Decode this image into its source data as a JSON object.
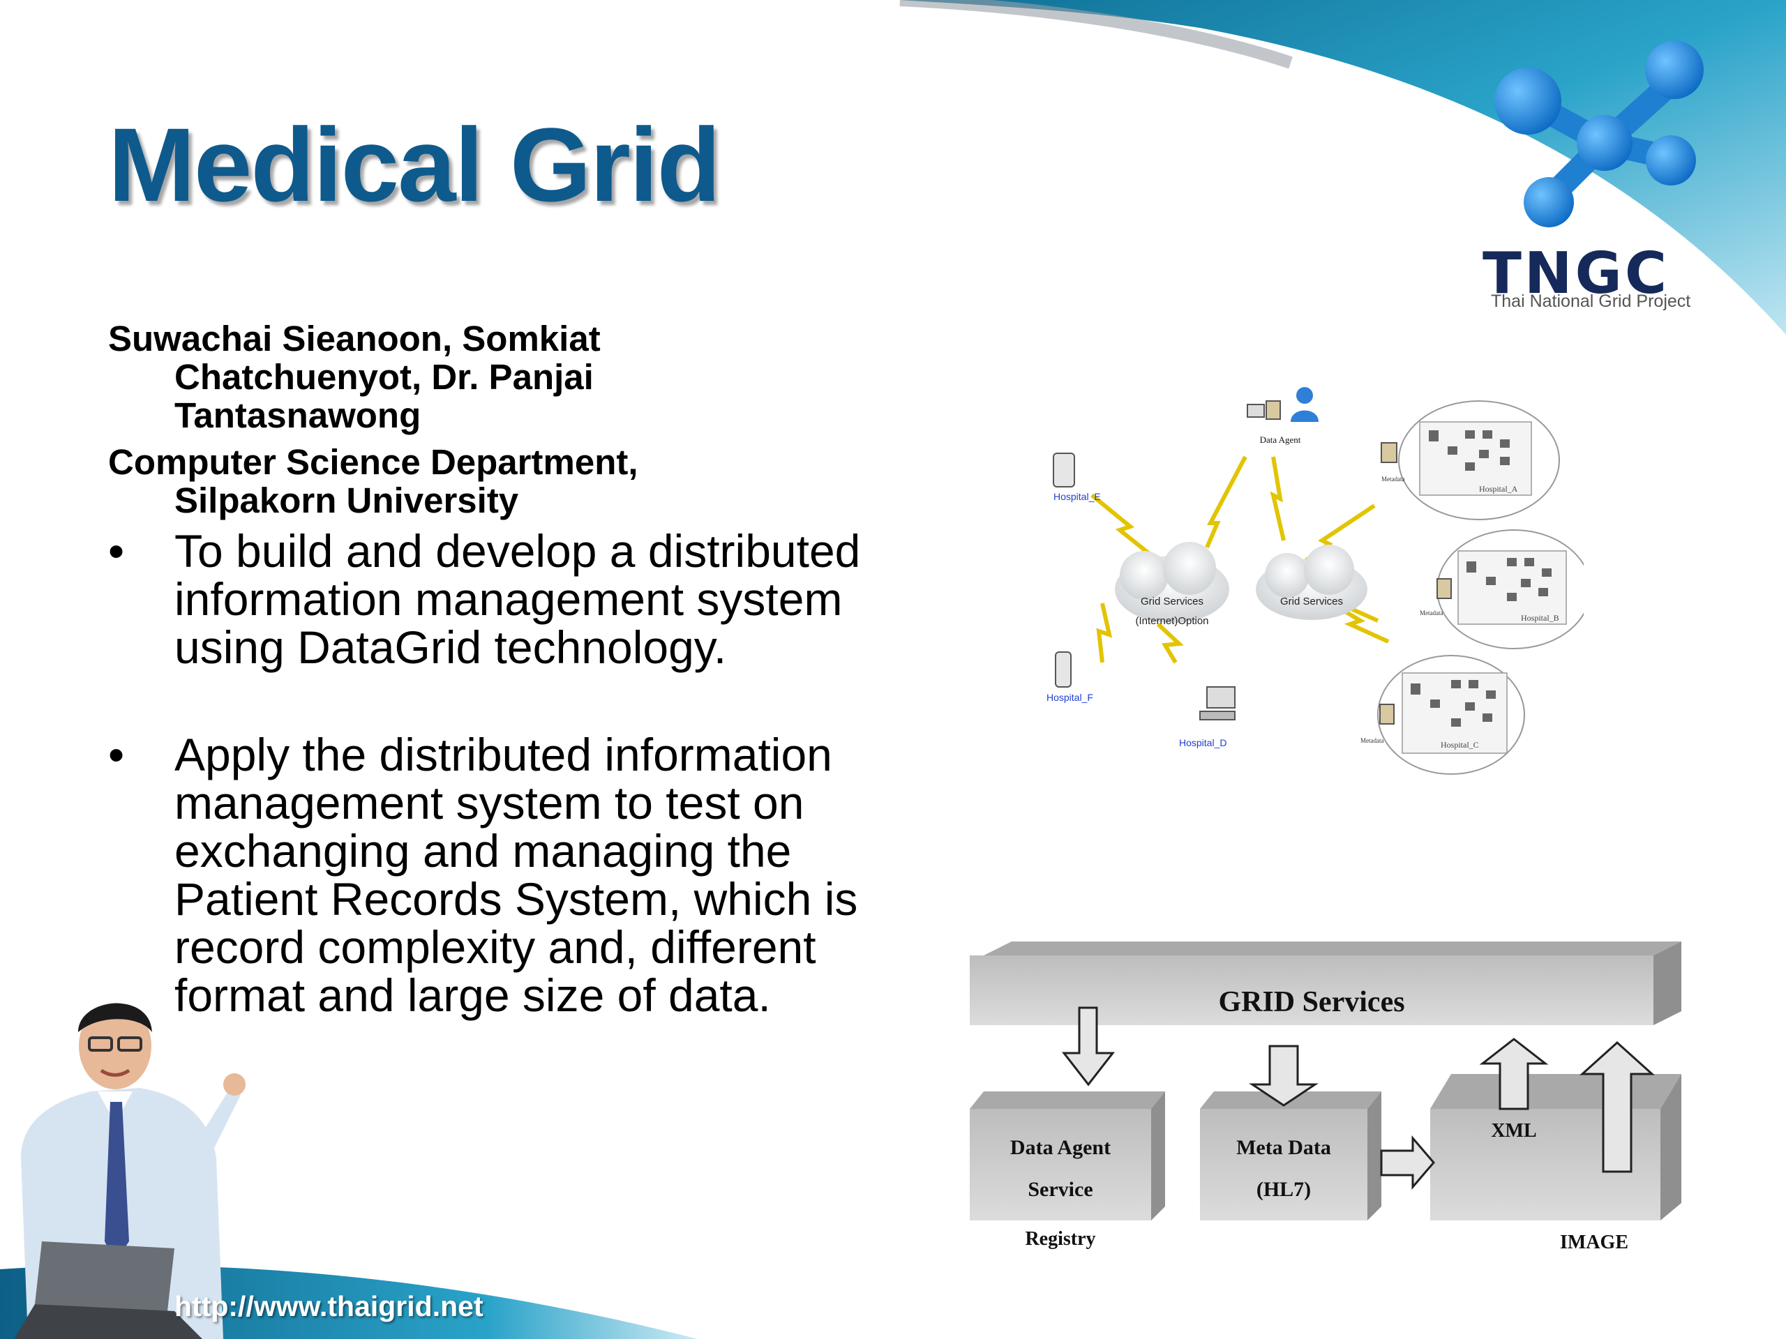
{
  "slide": {
    "title": "Medical Grid",
    "authors_line1": "Suwachai Sieanoon,  Somkiat",
    "authors_line2": "Chatchuenyot, Dr. Panjai",
    "authors_line3": "Tantasnawong",
    "dept_line1": "Computer Science Department,",
    "dept_line2": "Silpakorn University",
    "bullet_char": "•",
    "bullets": [
      "To build and develop a distributed information management system using DataGrid technology.",
      "Apply the distributed information management system to test on exchanging and managing the Patient Records System, which is record complexity and, different format and large size of data."
    ],
    "footer_url": "http://www.thaigrid.net"
  },
  "logo": {
    "name": "TNGC",
    "subtitle": "Thai National Grid Project"
  },
  "network_diagram": {
    "data_agent": "Data Agent",
    "cloud_left_line1": "Grid Services",
    "cloud_left_line2": "(Internet)Option",
    "cloud_right": "Grid Services",
    "hospital_e": "Hospital_E",
    "hospital_f": "Hospital_F",
    "hospital_d": "Hospital_D",
    "hospital_a": "Hospital_A",
    "hospital_b": "Hospital_B",
    "hospital_c": "Hospital_C",
    "metadata": "Metadata"
  },
  "grid_diagram": {
    "top": "GRID Services",
    "box1_line1": "Data Agent",
    "box1_line2": "Service",
    "box1_caption": "Registry",
    "box2_line1": "Meta Data",
    "box2_line2": "(HL7)",
    "box3_label": "XML",
    "box3_caption": "IMAGE"
  },
  "colors": {
    "title": "#0e5a8c",
    "teal": "#1a8fb5",
    "logo_blue": "#1f7fd0",
    "logo_text": "#152a5a"
  }
}
